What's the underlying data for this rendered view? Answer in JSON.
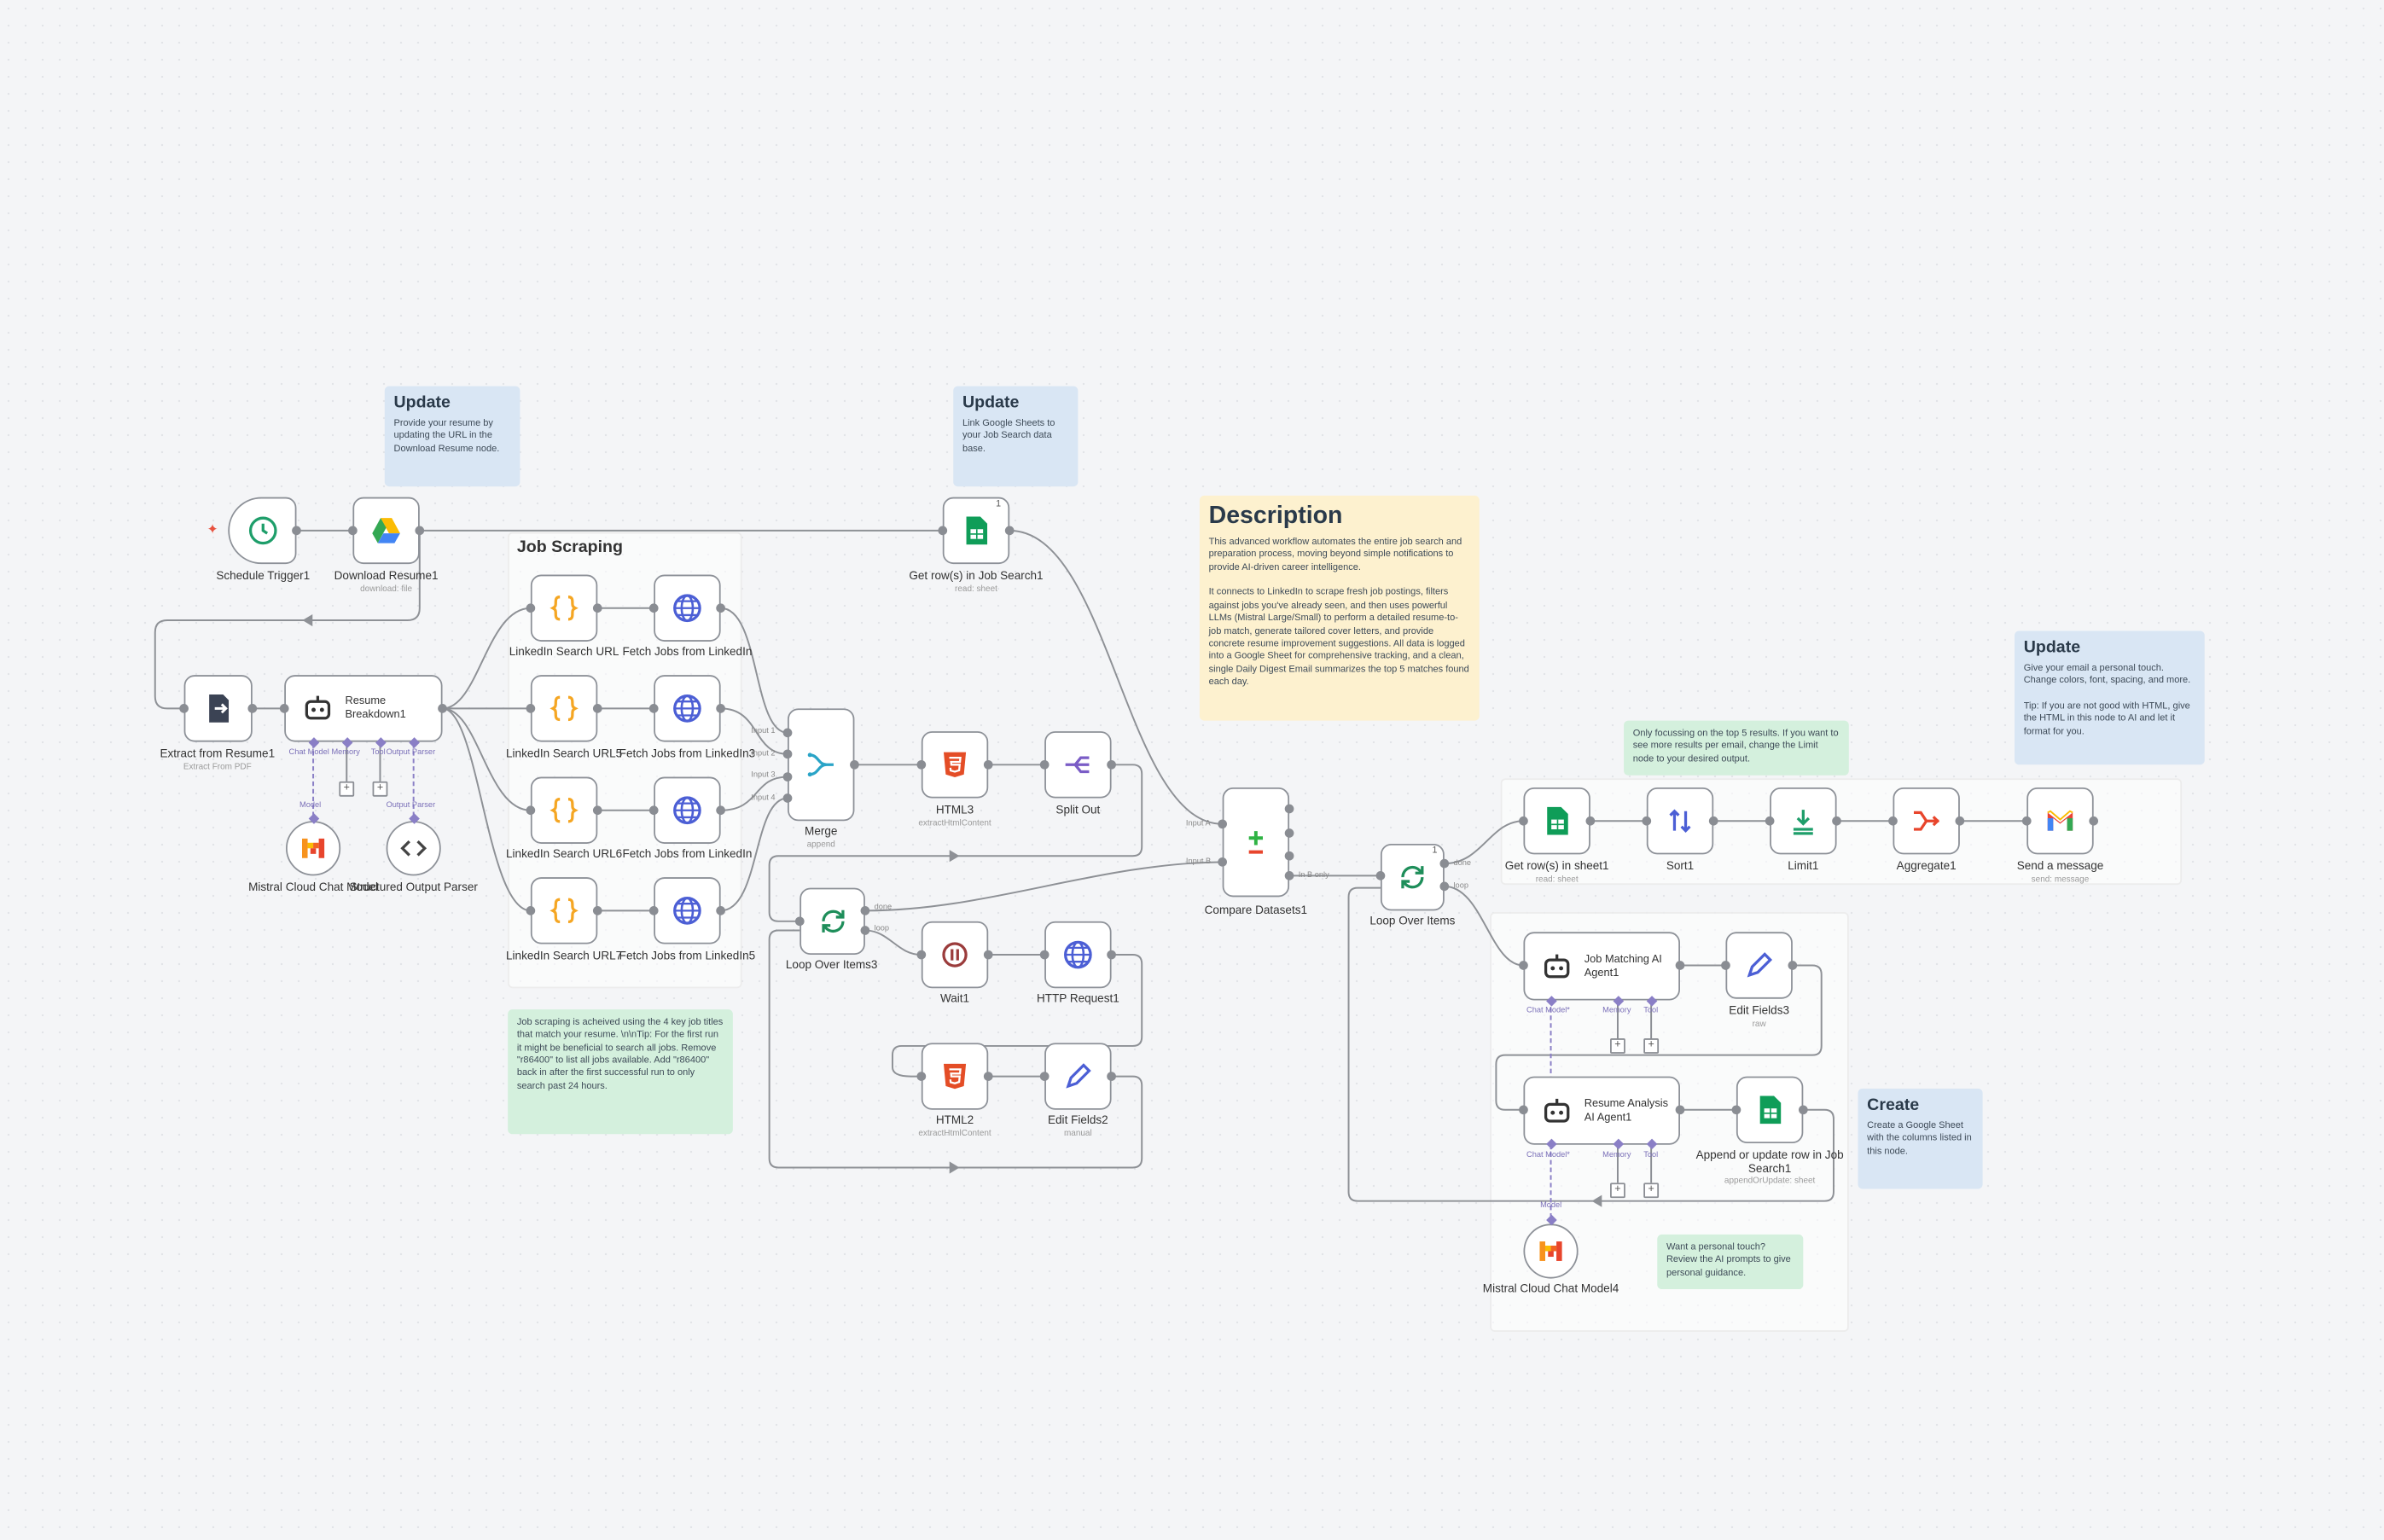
{
  "stickies": [
    {
      "title": "Update",
      "body": "Provide your resume by updating the URL in the Download Resume node."
    },
    {
      "title": "Update",
      "body": "Link Google Sheets to your Job Search data base."
    },
    {
      "title": "Description",
      "body": "This advanced workflow automates the entire job search and preparation process, moving beyond simple notifications to provide AI-driven career intelligence.\n\nIt connects to LinkedIn to scrape fresh job postings, filters against jobs you've already seen, and then uses powerful LLMs (Mistral Large/Small) to perform a detailed resume-to-job match, generate tailored cover letters, and provide concrete resume improvement suggestions. All data is logged into a Google Sheet for comprehensive tracking, and a clean, single Daily Digest Email summarizes the top 5 matches found each day."
    },
    {
      "title": "Update",
      "body": "Give your email a personal touch. Change colors, font, spacing, and more.\n\nTip: If you are not good with HTML, give the HTML in this node to AI and let it format for you."
    },
    {
      "title": "",
      "body": "Only focussing on the top 5 results.  If you want to see more results per email, change the Limit node to your desired output."
    },
    {
      "title": "",
      "body": "Job scraping is acheived using the 4 key job titles that match your resume. \\n\\nTip: For the first run it might be beneficial to search all jobs.  Remove \"r86400\" to list all jobs available.  Add \"r86400\" back in after the  first successful run to only search past 24 hours."
    },
    {
      "title": "Create",
      "body": "Create a Google Sheet with the columns listed in this node."
    },
    {
      "title": "",
      "body": "Want a personal touch?  Review the AI prompts to give personal guidance."
    },
    {
      "title": "Job Scraping",
      "body": ""
    }
  ],
  "nodes": {
    "schedule": {
      "label": "Schedule Trigger1",
      "sub": ""
    },
    "download": {
      "label": "Download Resume1",
      "sub": "download: file"
    },
    "getrows1": {
      "label": "Get row(s) in Job Search1",
      "sub": "read: sheet"
    },
    "extract": {
      "label": "Extract from Resume1",
      "sub": "Extract From PDF"
    },
    "resume": {
      "label": "Resume Breakdown1",
      "sub": ""
    },
    "mistral1": {
      "label": "Mistral Cloud Chat Model",
      "sub": ""
    },
    "structured": {
      "label": "Structured Output Parser",
      "sub": ""
    },
    "url1": {
      "label": "LinkedIn Search URL",
      "sub": ""
    },
    "url5": {
      "label": "LinkedIn Search URL5",
      "sub": ""
    },
    "url6": {
      "label": "LinkedIn Search URL6",
      "sub": ""
    },
    "url7": {
      "label": "LinkedIn Search URL7",
      "sub": ""
    },
    "fetch1": {
      "label": "Fetch Jobs from LinkedIn",
      "sub": ""
    },
    "fetch3": {
      "label": "Fetch Jobs from LinkedIn3",
      "sub": ""
    },
    "fetch4": {
      "label": "Fetch Jobs from LinkedIn",
      "sub": ""
    },
    "fetch5": {
      "label": "Fetch Jobs from LinkedIn5",
      "sub": ""
    },
    "merge": {
      "label": "Merge",
      "sub": "append"
    },
    "html3": {
      "label": "HTML3",
      "sub": "extractHtmlContent"
    },
    "split": {
      "label": "Split Out",
      "sub": ""
    },
    "loop3": {
      "label": "Loop Over Items3",
      "sub": ""
    },
    "wait": {
      "label": "Wait1",
      "sub": ""
    },
    "http": {
      "label": "HTTP Request1",
      "sub": ""
    },
    "html2": {
      "label": "HTML2",
      "sub": "extractHtmlContent"
    },
    "edit2": {
      "label": "Edit Fields2",
      "sub": "manual"
    },
    "compare": {
      "label": "Compare Datasets1",
      "sub": ""
    },
    "loop": {
      "label": "Loop Over Items",
      "sub": ""
    },
    "getsheet1": {
      "label": "Get row(s) in sheet1",
      "sub": "read: sheet"
    },
    "sort": {
      "label": "Sort1",
      "sub": ""
    },
    "limit": {
      "label": "Limit1",
      "sub": ""
    },
    "aggregate": {
      "label": "Aggregate1",
      "sub": ""
    },
    "send": {
      "label": "Send a message",
      "sub": "send: message"
    },
    "matching": {
      "label": "Job Matching AI Agent1",
      "sub": ""
    },
    "edit3": {
      "label": "Edit Fields3",
      "sub": "raw"
    },
    "analysis": {
      "label": "Resume Analysis AI Agent1",
      "sub": ""
    },
    "append": {
      "label": "Append or update row in Job Search1",
      "sub": "appendOrUpdate: sheet"
    },
    "mistral4": {
      "label": "Mistral Cloud Chat Model4",
      "sub": ""
    }
  },
  "port_labels": {
    "agent1": [
      "Chat Model",
      "Memory",
      "Tool",
      "Output Parser"
    ],
    "agent1_bottom": [
      "Model",
      "Output Parser"
    ],
    "agent2": [
      "Chat Model*",
      "Memory",
      "Tool"
    ],
    "mistral4_top": "Model",
    "merge_inputs": [
      "Input 1",
      "Input 2",
      "Input 3",
      "Input 4"
    ],
    "compare_inputs": [
      "Input A",
      "Input B"
    ],
    "compare_out": "In B only",
    "loop_outputs": [
      "done",
      "loop"
    ],
    "badge_count": "1"
  },
  "colors": {
    "sheets": "#0f9d58",
    "drive_yellow": "#fbbc04",
    "drive_blue": "#4285f4",
    "drive_green": "#34a853",
    "html": "#e44d26",
    "http": "#4c5fd5",
    "split": "#7a5cc6",
    "merge": "#2aa4c7",
    "compare": "#2fb344",
    "loop": "#1e8e5a",
    "wait": "#9b3c3c",
    "gmail_red": "#ea4335"
  }
}
